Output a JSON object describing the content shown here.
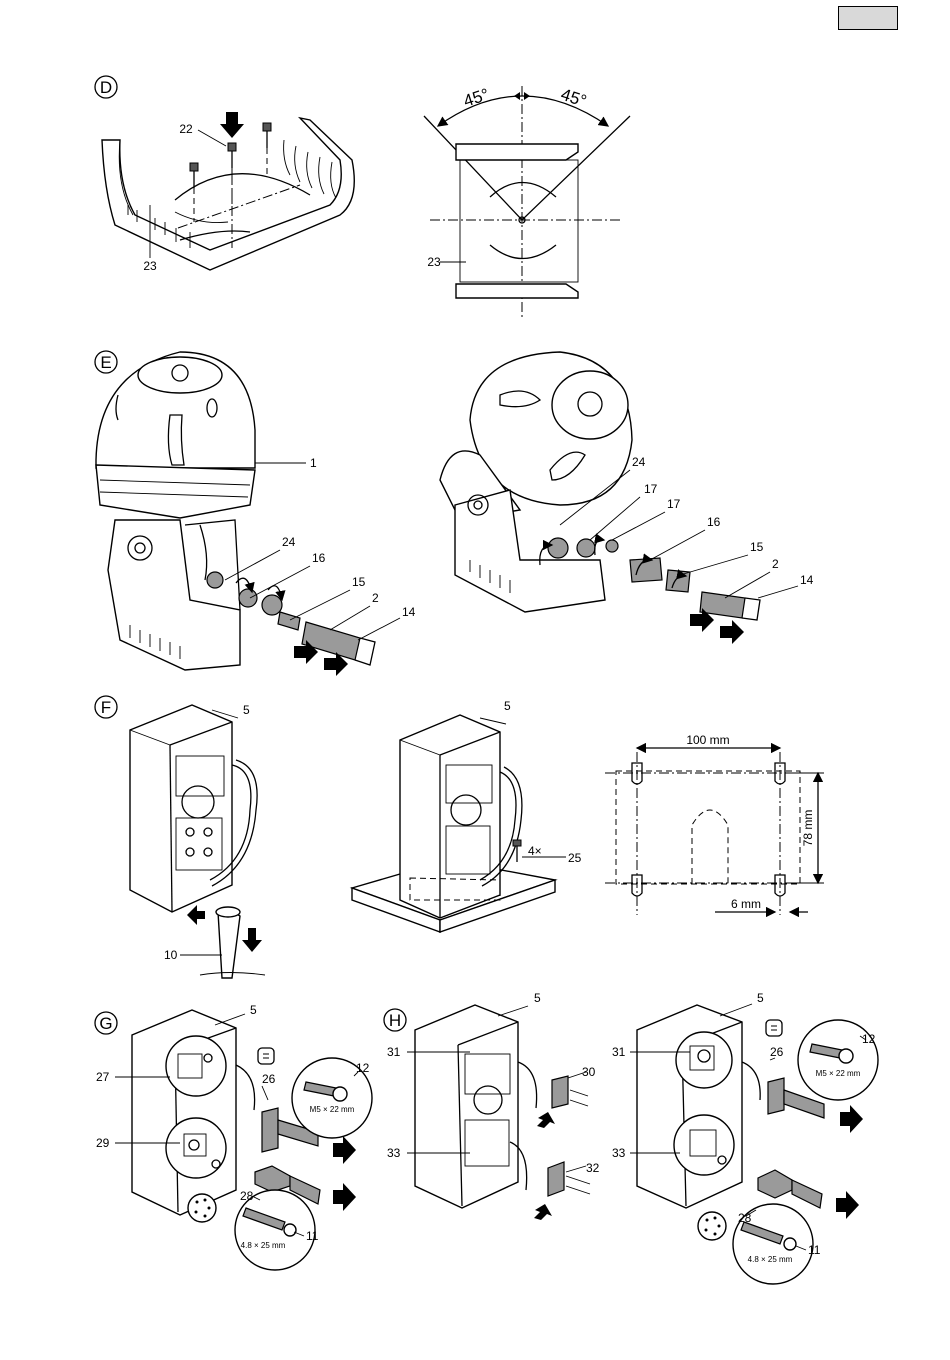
{
  "sections": {
    "D": "D",
    "E": "E",
    "F": "F",
    "G": "G",
    "H": "H"
  },
  "labels": {
    "d_22": "22",
    "d_23_left": "23",
    "d_23_right": "23",
    "angle_left": "45°",
    "angle_right": "45°",
    "e_1": "1",
    "e_24_left": "24",
    "e_16_left": "16",
    "e_15_left": "15",
    "e_2_left": "2",
    "e_14_left": "14",
    "e_24_right": "24",
    "e_17_a": "17",
    "e_17_b": "17",
    "e_16_right": "16",
    "e_15_right": "15",
    "e_2_right": "2",
    "e_14_right": "14",
    "f_5_left": "5",
    "f_10": "10",
    "f_5_mid": "5",
    "f_4x": "4×",
    "f_25": "25",
    "dim_100": "100 mm",
    "dim_78": "78 mm",
    "dim_6": "6 mm",
    "g_5": "5",
    "g_27": "27",
    "g_29": "29",
    "g_26": "26",
    "g_12": "12",
    "g_screw_m5": "M5 × 22 mm",
    "g_28": "28",
    "g_11": "11",
    "g_screw_48": "4.8 × 25 mm",
    "h1_5": "5",
    "h1_31": "31",
    "h1_30": "30",
    "h1_33": "33",
    "h1_32": "32",
    "h2_5": "5",
    "h2_31": "31",
    "h2_26": "26",
    "h2_12": "12",
    "h2_screw_m5": "M5 × 22 mm",
    "h2_33": "33",
    "h2_28": "28",
    "h2_11": "11",
    "h2_screw_48": "4.8 × 25 mm"
  }
}
